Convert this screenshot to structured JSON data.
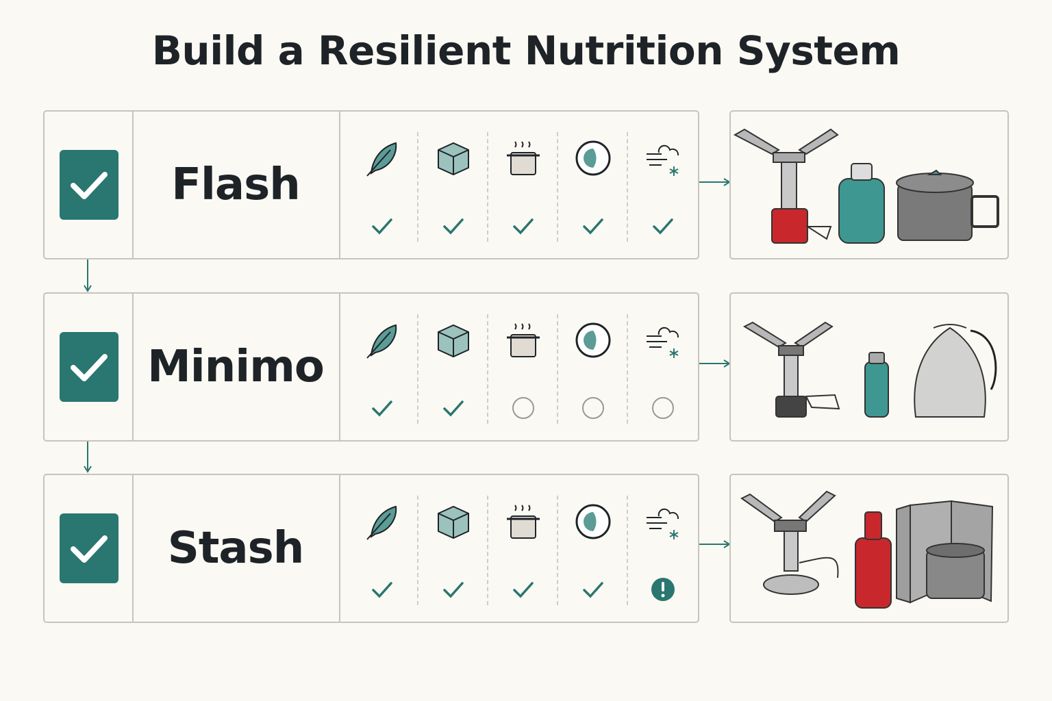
{
  "title": "Build a Resilient Nutrition System",
  "colors": {
    "accent": "#2a7670",
    "border": "#c7c4bd",
    "background": "#fbf9f3"
  },
  "features": [
    "feather-icon",
    "cube-icon",
    "pot-icon",
    "gauge-icon",
    "wind-snow-icon"
  ],
  "rows": [
    {
      "name": "Flash",
      "checked": true,
      "status": [
        "check",
        "check",
        "check",
        "check",
        "check"
      ]
    },
    {
      "name": "Minimo",
      "checked": true,
      "status": [
        "check",
        "check",
        "open",
        "open",
        "open"
      ]
    },
    {
      "name": "Stash",
      "checked": true,
      "status": [
        "check",
        "check",
        "check",
        "check",
        "warning"
      ]
    }
  ]
}
